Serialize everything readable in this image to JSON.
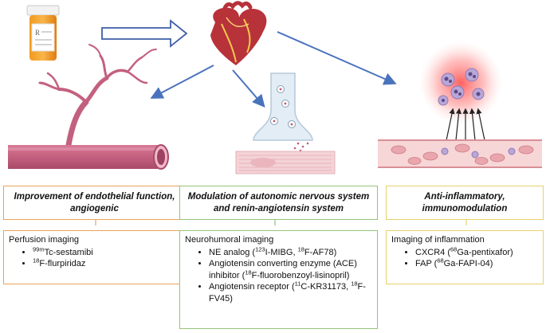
{
  "colors": {
    "orange": "#e8a35a",
    "green": "#95c47a",
    "yellow": "#e8d16b",
    "arrow_blue": "#4a73bd",
    "vessel": "#c4607f",
    "heart": "#b8323a"
  },
  "icons": [
    "pill-bottle-icon",
    "hollow-arrow-icon",
    "heart-icon",
    "blood-vessel-icon",
    "synapse-icon",
    "inflamed-vessel-icon"
  ],
  "panels": [
    {
      "title": "Improvement of endothelial function, angiogenic",
      "heading": "Perfusion imaging",
      "items": [
        {
          "sup": "99m",
          "pre": "",
          "text": "Tc-sestamibi"
        },
        {
          "sup": "18",
          "pre": "",
          "text": "F-flurpiridaz"
        }
      ]
    },
    {
      "title": "Modulation of autonomic nervous system and renin-angiotensin system",
      "heading": "Neurohumoral imaging",
      "items": [
        {
          "html": "NE analog (<sup>123</sup>I-MIBG, <sup>18</sup>F-AF78)"
        },
        {
          "html": "Angiotensin converting enzyme (ACE) inhibitor (<sup>18</sup>F-fluorobenzoyl-lisinopril)"
        },
        {
          "html": "Angiotensin receptor (<sup>11</sup>C-KR31173, <sup>18</sup>F-FV45)"
        }
      ]
    },
    {
      "title": "Anti-inflammatory, immunomodulation",
      "heading": "Imaging of inflammation",
      "items": [
        {
          "html": "CXCR4 (<sup>68</sup>Ga-pentixafor)"
        },
        {
          "html": "FAP (<sup>68</sup>Ga-FAPI-04)"
        }
      ]
    }
  ]
}
